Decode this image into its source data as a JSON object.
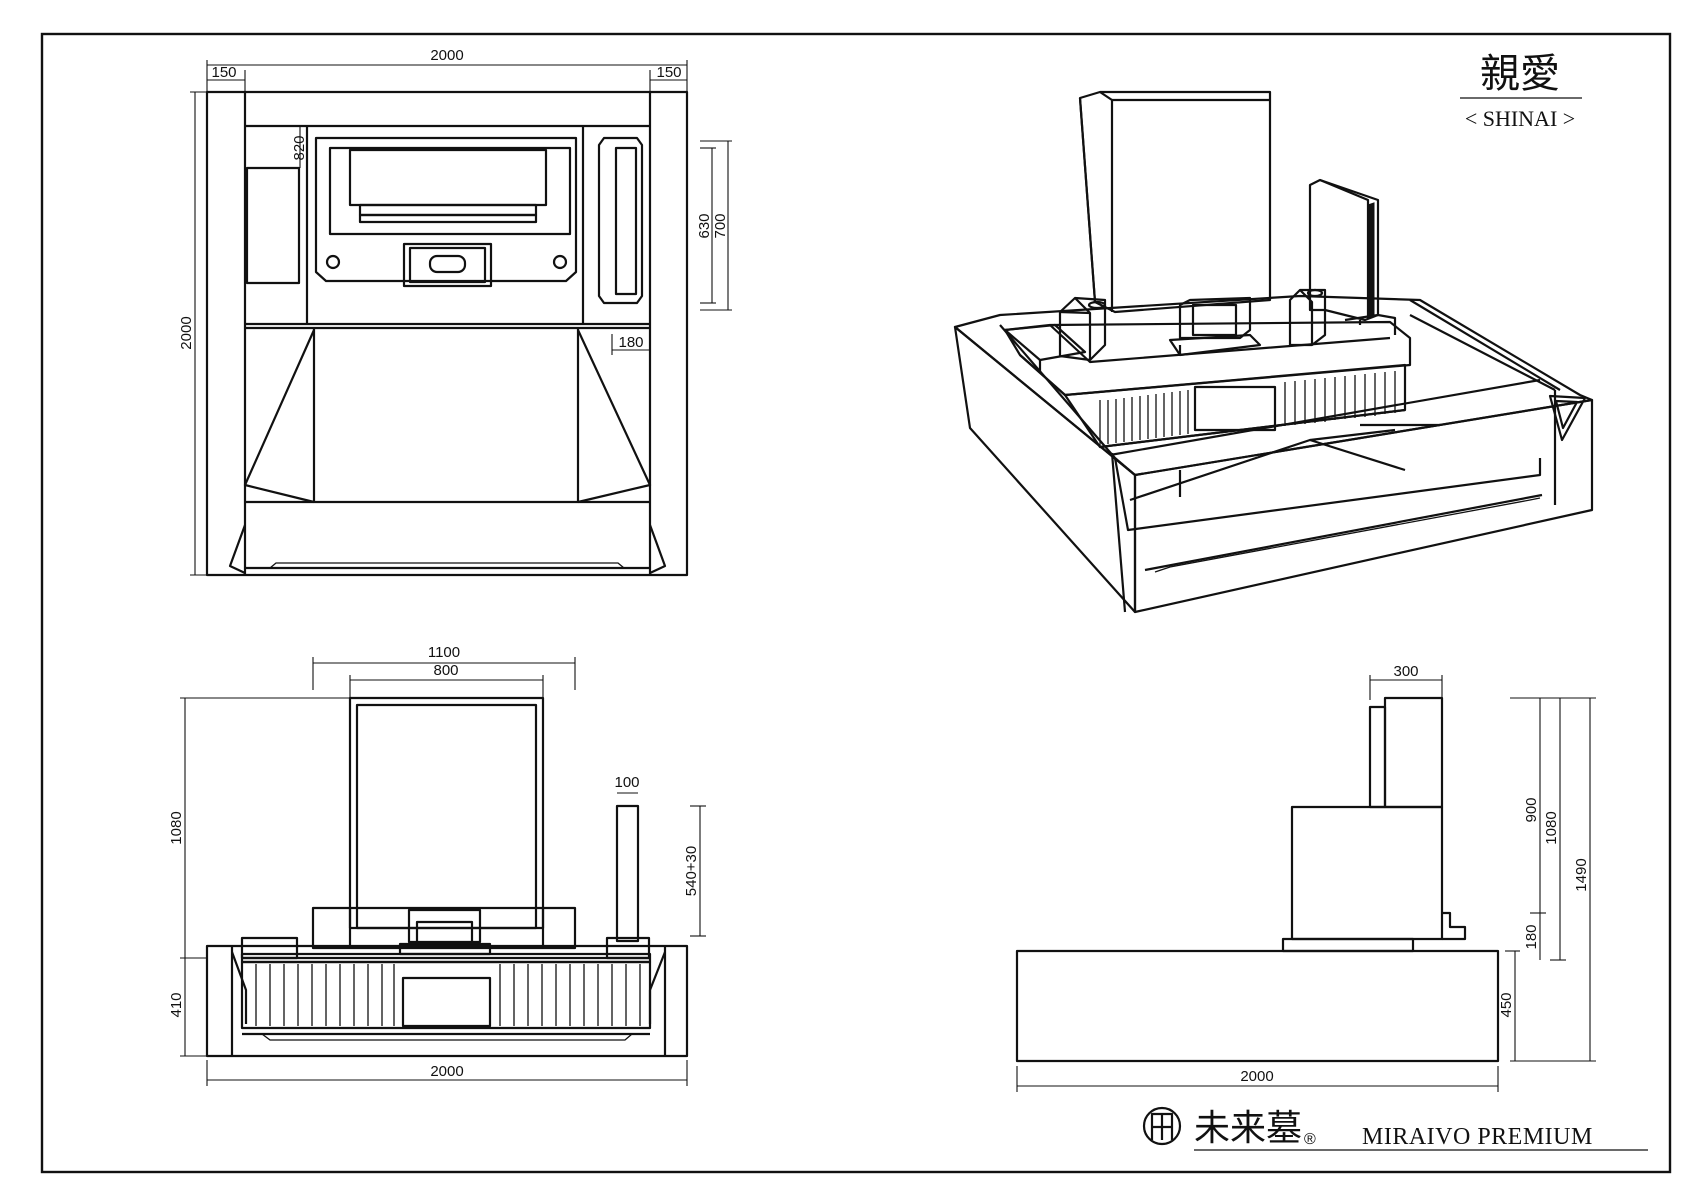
{
  "title": {
    "kanji": "親愛",
    "romaji": "< SHINAI >"
  },
  "plan_view": {
    "width_total": "2000",
    "side_left": "150",
    "side_right": "150",
    "depth_total": "2000",
    "dim_820": "820",
    "dim_630": "630",
    "dim_700": "700",
    "dim_180": "180"
  },
  "front_view": {
    "dim_1100": "1100",
    "dim_800": "800",
    "dim_100": "100",
    "dim_1080": "1080",
    "dim_410": "410",
    "dim_540": "540+30",
    "dim_2000": "2000"
  },
  "side_view": {
    "dim_300": "300",
    "dim_900": "900",
    "dim_1080": "1080",
    "dim_1490": "1490",
    "dim_180": "180",
    "dim_450": "450",
    "dim_2000": "2000"
  },
  "brand": {
    "kanji": "未来墓",
    "reg": "®",
    "name": "MIRAIVO  PREMIUM"
  }
}
